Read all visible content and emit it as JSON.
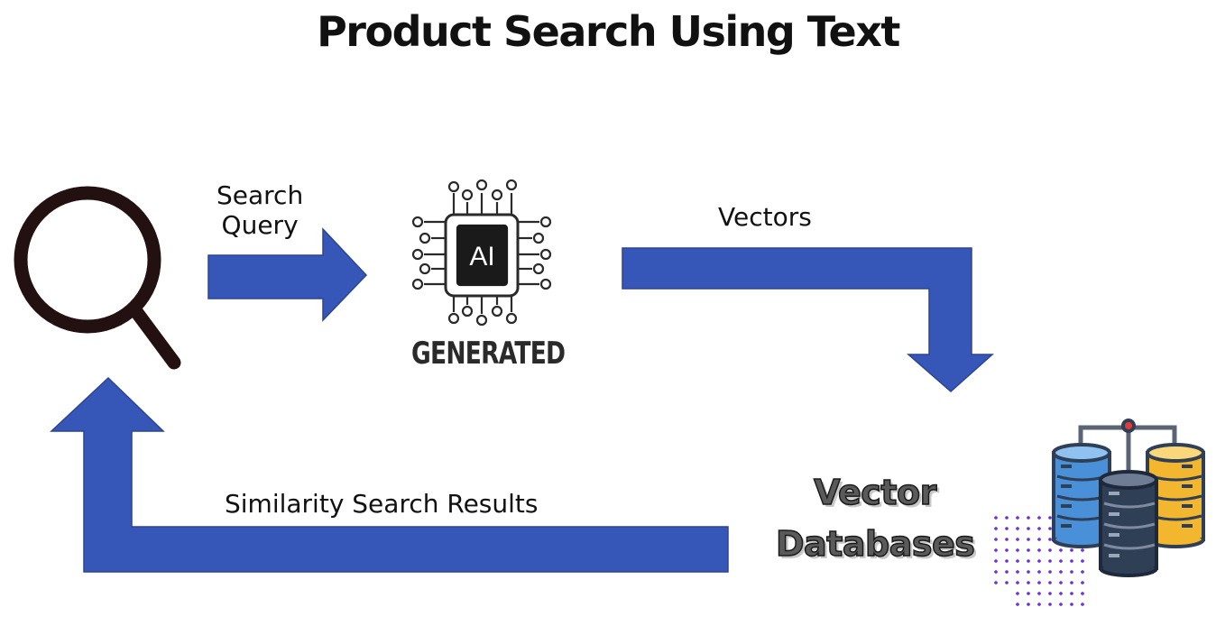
{
  "title": "Product Search Using Text",
  "steps": {
    "query_label": "Search\nQuery",
    "vectors_label": "Vectors",
    "results_label": "Similarity Search Results"
  },
  "ai_chip": {
    "chip_text": "AI",
    "caption": "GENERATED"
  },
  "vector_db": {
    "label": "Vector\nDatabases"
  },
  "icons": [
    "search-icon",
    "ai-chip-icon",
    "database-icon"
  ],
  "colors": {
    "arrow": "#3657b8",
    "arrow_stroke": "#2b4592",
    "magnifier": "#231010",
    "db_blue": "#4a90d9",
    "db_navy": "#2f3f56",
    "db_yellow": "#f2b72e",
    "dots": "#6a2bd9"
  }
}
